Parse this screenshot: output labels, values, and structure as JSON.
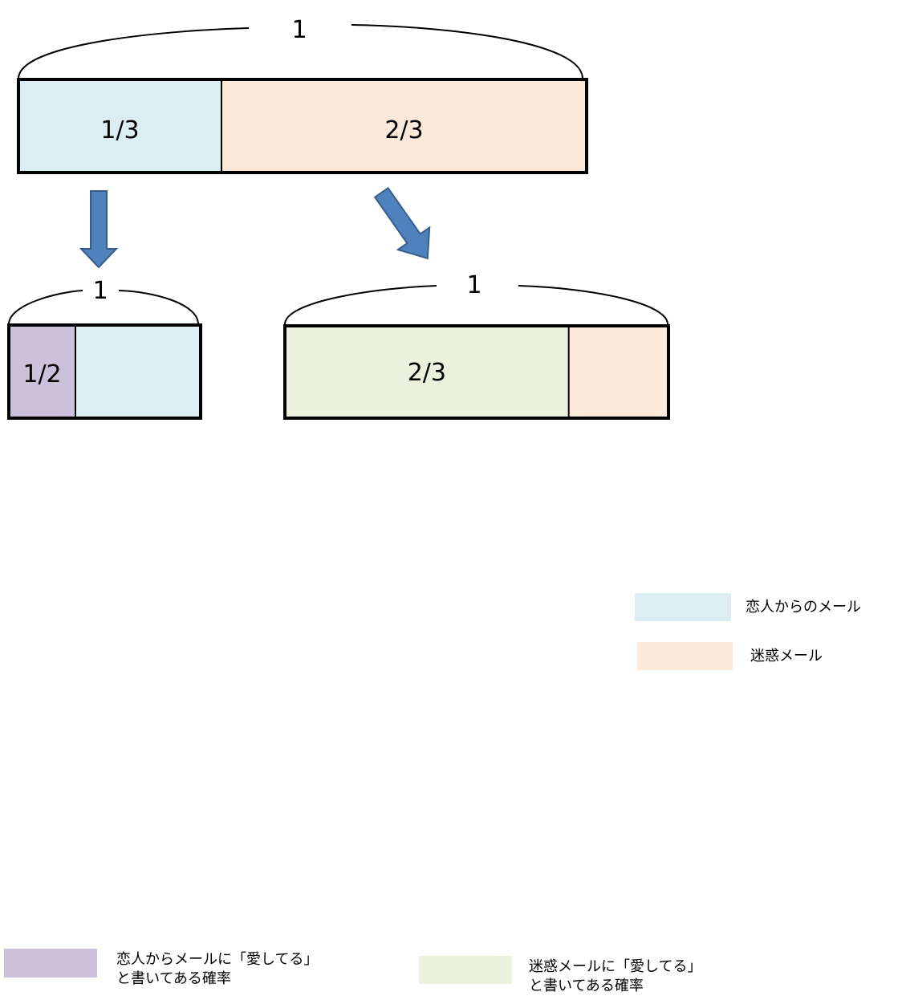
{
  "colors": {
    "love": "#dbeef4",
    "spam": "#fde9d9",
    "love_with_phrase": "#ccc1da",
    "spam_with_phrase": "#ebf1de",
    "arrow": "#4f81bd",
    "arrow_stroke": "#385d8a",
    "outline": "#000000"
  },
  "top": {
    "total_label": "1",
    "love_fraction": 0.3333,
    "love_label": "1/3",
    "spam_label": "2/3"
  },
  "bottom_left": {
    "total_label": "1",
    "phrase_fraction": 0.5,
    "phrase_label": "1/2"
  },
  "bottom_right": {
    "total_label": "1",
    "phrase_fraction": 0.6667,
    "phrase_label": "2/3"
  },
  "legend": {
    "love": "恋人からのメール",
    "spam": "迷惑メール",
    "love_with_phrase_line1": "恋人からメールに「愛してる」",
    "love_with_phrase_line2": "と書いてある確率",
    "spam_with_phrase_line1": "迷惑メールに「愛してる」",
    "spam_with_phrase_line2": "と書いてある確率"
  }
}
